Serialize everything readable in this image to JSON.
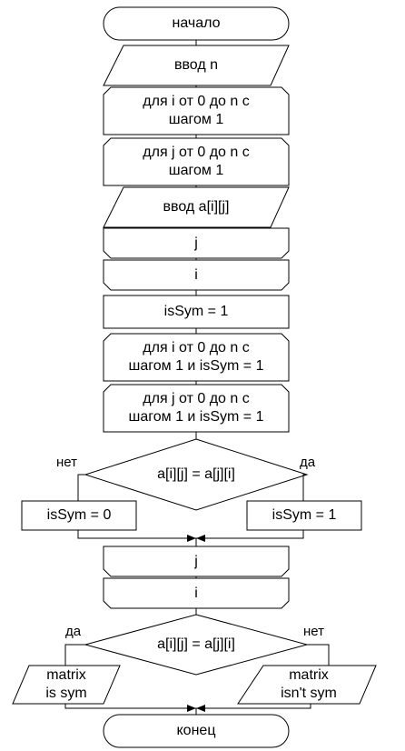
{
  "start": "начало",
  "input_n": "ввод n",
  "loop_i": [
    "для i от 0 до n с",
    "шагом 1"
  ],
  "loop_j": [
    "для j от 0 до n с",
    "шагом 1"
  ],
  "input_a": "ввод a[i][j]",
  "end_j": "j",
  "end_i": "i",
  "assign_sym": "isSym = 1",
  "loop_i2": [
    "для i от 0 до n с",
    "шагом 1 и isSym = 1"
  ],
  "loop_j2": [
    "для j от 0 до n с",
    "шагом 1 и isSym = 1"
  ],
  "cond1": "a[i][j] = a[j][i]",
  "cond1_no": "нет",
  "cond1_yes": "да",
  "set_sym0": "isSym = 0",
  "set_sym1": "isSym = 1",
  "end_j2": "j",
  "end_i2": "i",
  "cond2": "a[i][j] = a[j][i]",
  "cond2_yes": "да",
  "cond2_no": "нет",
  "out_sym": [
    "matrix",
    "is sym"
  ],
  "out_notsym": [
    "matrix",
    "isn't sym"
  ],
  "end": "конец"
}
